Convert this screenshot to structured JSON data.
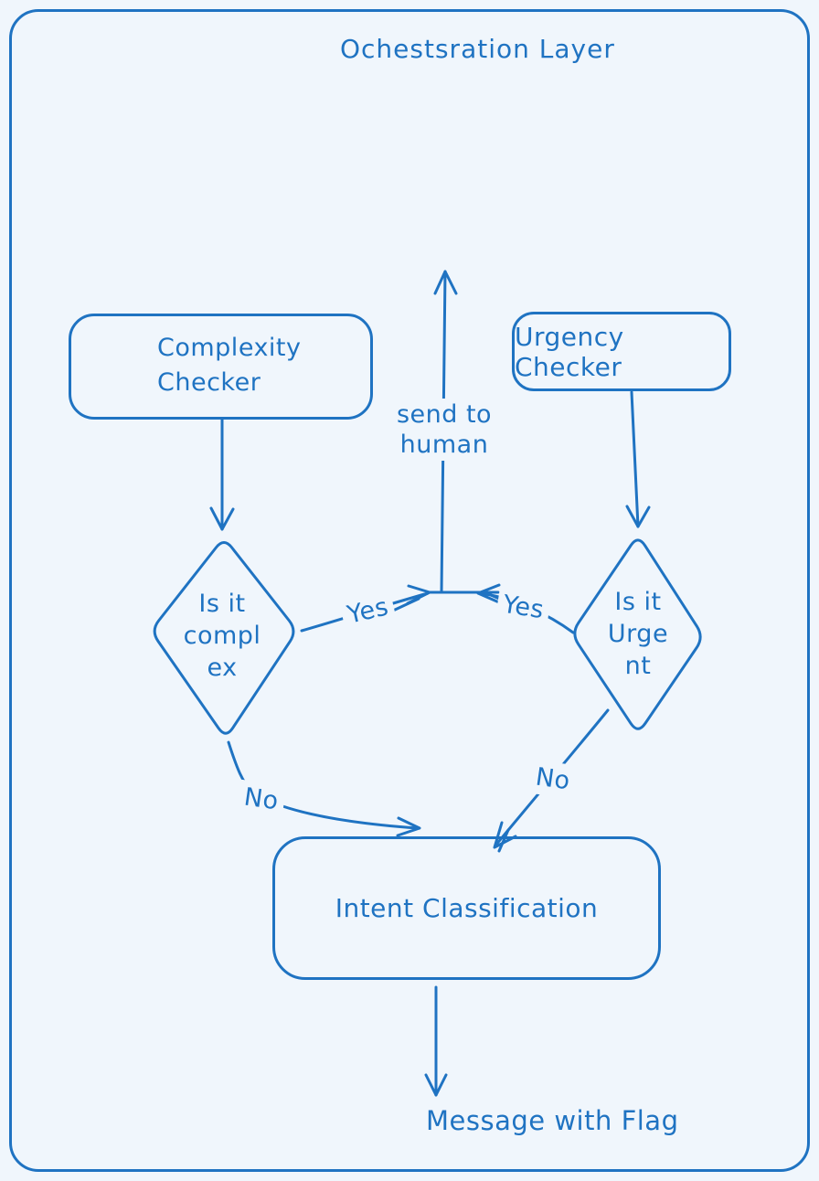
{
  "diagram": {
    "title": "Ochestsration Layer",
    "colors": {
      "stroke": "#1f73c2",
      "background": "#f0f6fc"
    },
    "nodes": {
      "complexity": {
        "label": "Complexity Checker",
        "lines": [
          "Complexity",
          "Checker"
        ],
        "shape": "rounded-rect"
      },
      "urgency": {
        "label": "Urgency Checker",
        "shape": "rounded-rect"
      },
      "complex_decision": {
        "label": "Is it complex",
        "lines": [
          "Is it",
          "compl",
          "ex"
        ],
        "shape": "diamond"
      },
      "urgent_decision": {
        "label": "Is it Urgent",
        "lines": [
          "Is it",
          "Urge",
          "nt"
        ],
        "shape": "diamond"
      },
      "intent": {
        "label": "Intent Classification",
        "shape": "rounded-rect"
      }
    },
    "edge_labels": {
      "send_to_human": "send to human",
      "yes_left": "Yes",
      "yes_right": "Yes",
      "no_left": "No",
      "no_right": "No"
    },
    "outputs": {
      "message": "Message with Flag"
    },
    "edges": [
      {
        "from": "complexity-checker",
        "to": "is-it-complex",
        "label": ""
      },
      {
        "from": "urgency-checker",
        "to": "is-it-urgent",
        "label": ""
      },
      {
        "from": "is-it-complex",
        "to": "send-to-human",
        "label": "Yes"
      },
      {
        "from": "is-it-urgent",
        "to": "send-to-human",
        "label": "Yes"
      },
      {
        "from": "is-it-complex",
        "to": "intent-classification",
        "label": "No"
      },
      {
        "from": "is-it-urgent",
        "to": "intent-classification",
        "label": "No"
      },
      {
        "from": "intent-classification",
        "to": "message-with-flag",
        "label": ""
      }
    ]
  }
}
